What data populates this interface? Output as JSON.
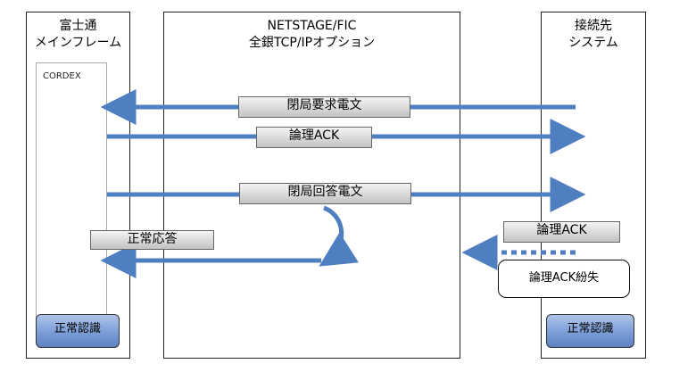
{
  "columns": {
    "left": {
      "title_line1": "富士通",
      "title_line2": "メインフレーム",
      "subsystem": "CORDEX"
    },
    "middle": {
      "title_line1": "NETSTAGE/FIC",
      "title_line2": "全銀TCP/IPオプション"
    },
    "right": {
      "title_line1": "接続先",
      "title_line2": "システム"
    }
  },
  "messages": {
    "close_request": "閉局要求電文",
    "logical_ack_1": "論理ACK",
    "close_response": "閉局回答電文",
    "logical_ack_2": "論理ACK",
    "normal_response": "正常応答",
    "logical_ack_lost": "論理ACK紛失"
  },
  "status": {
    "left_recognition": "正常認識",
    "right_recognition": "正常認識"
  },
  "colors": {
    "arrow": "#4f7fc0",
    "status_fill": "#7fa0d8"
  }
}
